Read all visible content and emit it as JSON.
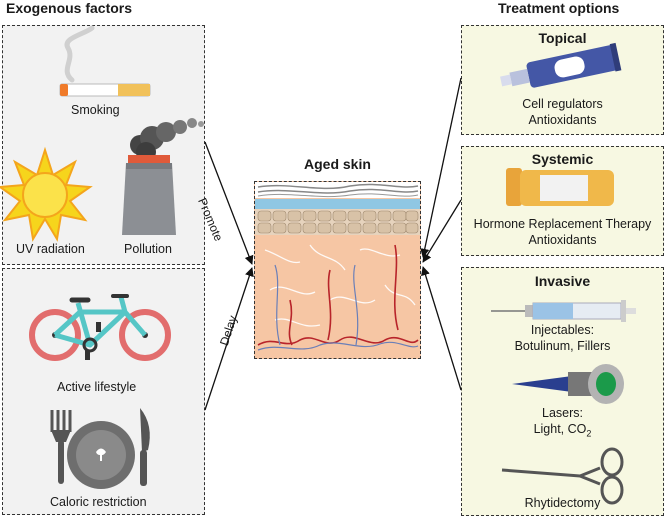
{
  "left": {
    "heading": "Exogenous factors",
    "promote_items": [
      {
        "label": "Smoking",
        "icon": "cigarette-icon"
      },
      {
        "label": "UV radiation",
        "icon": "sun-icon"
      },
      {
        "label": "Pollution",
        "icon": "factory-chimney-icon"
      }
    ],
    "delay_items": [
      {
        "label": "Active lifestyle",
        "icon": "bicycle-icon"
      },
      {
        "label": "Caloric restriction",
        "icon": "plate-cutlery-icon"
      }
    ]
  },
  "arrows": {
    "promote": "Promote",
    "delay": "Delay"
  },
  "center": {
    "title": "Aged skin",
    "icon": "skin-cross-section-icon"
  },
  "right": {
    "heading": "Treatment options",
    "topical": {
      "title": "Topical",
      "line1": "Cell regulators",
      "line2": "Antioxidants",
      "icon": "cream-tube-icon"
    },
    "systemic": {
      "title": "Systemic",
      "line1": "Hormone Replacement Therapy",
      "line2": "Antioxidants",
      "icon": "pill-bottle-icon"
    },
    "invasive": {
      "title": "Invasive",
      "injectables_line1": "Injectables:",
      "injectables_line2": "Botulinum, Fillers",
      "lasers_line1": "Lasers:",
      "lasers_line2_prefix": "Light, CO",
      "lasers_line2_sub": "2",
      "rhytidectomy": "Rhytidectomy",
      "icons": [
        "syringe-icon",
        "laser-device-icon",
        "scissors-icon"
      ]
    }
  },
  "colors": {
    "left_box_bg": "#f2f2f2",
    "right_box_bg": "#f7f8e2",
    "skin_dermis": "#f6c6a4",
    "bicycle_frame": "#55c6c6",
    "bicycle_wheel": "#e26d6d",
    "sun": "#f6d51c",
    "tube_blue": "#4457a6",
    "bottle_yellow": "#f0b84a"
  }
}
